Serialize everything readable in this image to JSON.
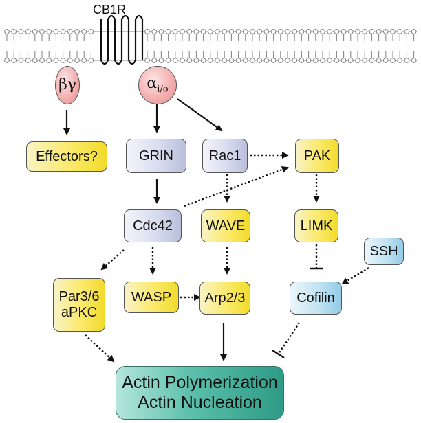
{
  "receptor": "CB1R",
  "g_beta_gamma": "βγ",
  "g_alpha": {
    "main": "α",
    "sub": "i/o"
  },
  "nodes": {
    "effectors": "Effectors?",
    "grin": "GRIN",
    "rac1": "Rac1",
    "pak": "PAK",
    "cdc42": "Cdc42",
    "wave": "WAVE",
    "limk": "LIMK",
    "ssh": "SSH",
    "par": {
      "line1": "Par3/6",
      "line2": "aPKC"
    },
    "wasp": "WASP",
    "arp": "Arp2/3",
    "cofilin": "Cofilin",
    "actin": {
      "line1": "Actin Polymerization",
      "line2": "Actin Nucleation"
    }
  },
  "colors": {
    "yellow_node": "#fbe96a",
    "lavender_node": "#d8dcef",
    "blue_node": "#c2e3f2",
    "pink_g_protein": "#f3b0b0",
    "teal_output": "#5bbfab",
    "membrane": "#888888"
  }
}
